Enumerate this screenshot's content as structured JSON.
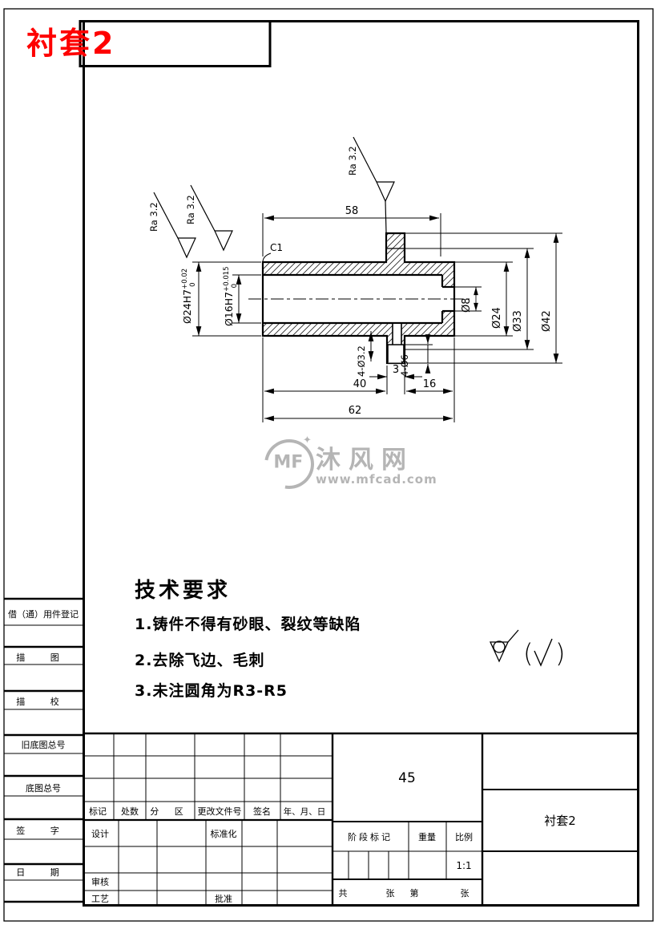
{
  "title": {
    "text": "衬套2"
  },
  "drawing": {
    "ra_label": "Ra 3.2",
    "chamfer_label": "C1",
    "dim_58": "58",
    "dim_40": "40",
    "dim_3": "3",
    "dim_16": "16",
    "dim_62": "62",
    "dia_8": "Ø8",
    "dia_24": "Ø24",
    "dia_33": "Ø33",
    "dia_42": "Ø42",
    "bore_24": {
      "main": "Ø24H7",
      "tol_up": "+0.02",
      "tol_dn": "0"
    },
    "bore_16": {
      "main": "Ø16H7",
      "tol_up": "+0.015",
      "tol_dn": "0"
    },
    "holes_drill": "4-Ø3.2",
    "holes_cbore": "4-Ø6",
    "paren_open": "(",
    "paren_close": ")"
  },
  "tech_req": {
    "heading": "技术要求",
    "item_1": "1.铸件不得有砂眼、裂纹等缺陷",
    "item_2": "2.去除飞边、毛刺",
    "item_3": "3.未注圆角为R3-R5"
  },
  "watermark": {
    "logo_text": "MF",
    "site_name": "沐风网",
    "site_url": "www.mfcad.com"
  },
  "sidebar": {
    "borrow": "借（通）用件登记",
    "tracing": "描 图",
    "check_trace": "描 校",
    "old_chart_no": "旧底图总号",
    "chart_no": "底图总号",
    "signature": "签 字",
    "date": "日 期"
  },
  "title_block": {
    "header": {
      "mark": "标记",
      "count": "处数",
      "zone": "分 区",
      "doc_no": "更改文件号",
      "sign": "签名",
      "date": "年、月、日"
    },
    "staff": {
      "design": "设计",
      "standard": "标准化",
      "audit": "审核",
      "process": "工艺",
      "approve": "批准"
    },
    "material": "45",
    "stage": "阶段标记",
    "weight": "重量",
    "scale_label": "比例",
    "scale_value": "1:1",
    "sheets": {
      "total": "共",
      "sheet_a": "张",
      "no": "第",
      "sheet_b": "张"
    },
    "part_name": "衬套2"
  },
  "colors": {
    "accent_red": "#fe0000",
    "line": "#000000",
    "watermark_gray": "#b5b5b5"
  }
}
